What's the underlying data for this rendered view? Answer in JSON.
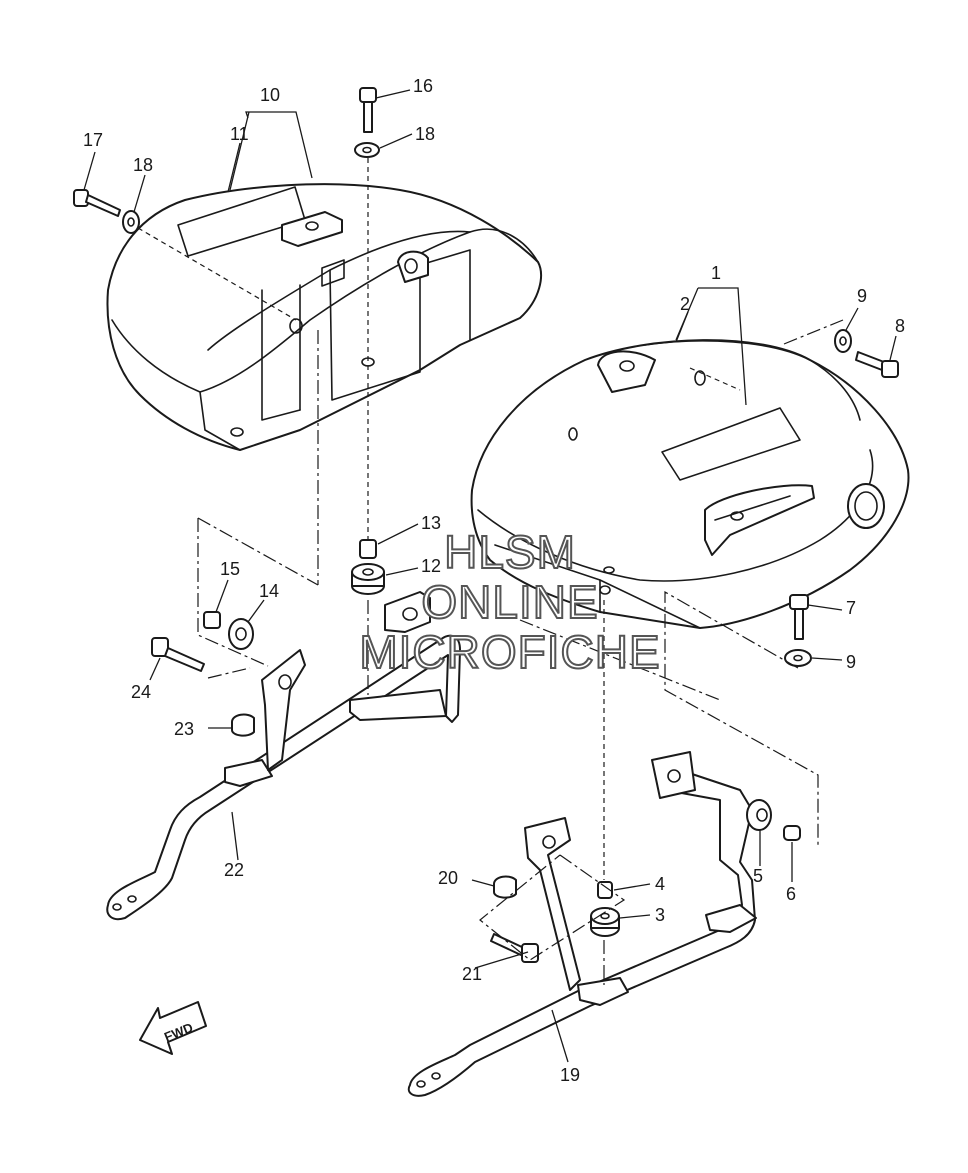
{
  "callouts": {
    "p1": "1",
    "p2": "2",
    "p3": "3",
    "p4": "4",
    "p5": "5",
    "p6": "6",
    "p7": "7",
    "p8": "8",
    "p9a": "9",
    "p9b": "9",
    "p10": "10",
    "p11": "11",
    "p12": "12",
    "p13": "13",
    "p14": "14",
    "p15": "15",
    "p16": "16",
    "p17": "17",
    "p18a": "18",
    "p18b": "18",
    "p19": "19",
    "p20": "20",
    "p21": "21",
    "p22": "22",
    "p23": "23",
    "p24": "24"
  },
  "fwd_label": "FWD",
  "watermark": [
    "HLSM",
    "ONLINE",
    "MICROFICHE"
  ],
  "colors": {
    "ink": "#1a1a1a",
    "background": "#ffffff",
    "watermark_stroke": "#555555"
  }
}
